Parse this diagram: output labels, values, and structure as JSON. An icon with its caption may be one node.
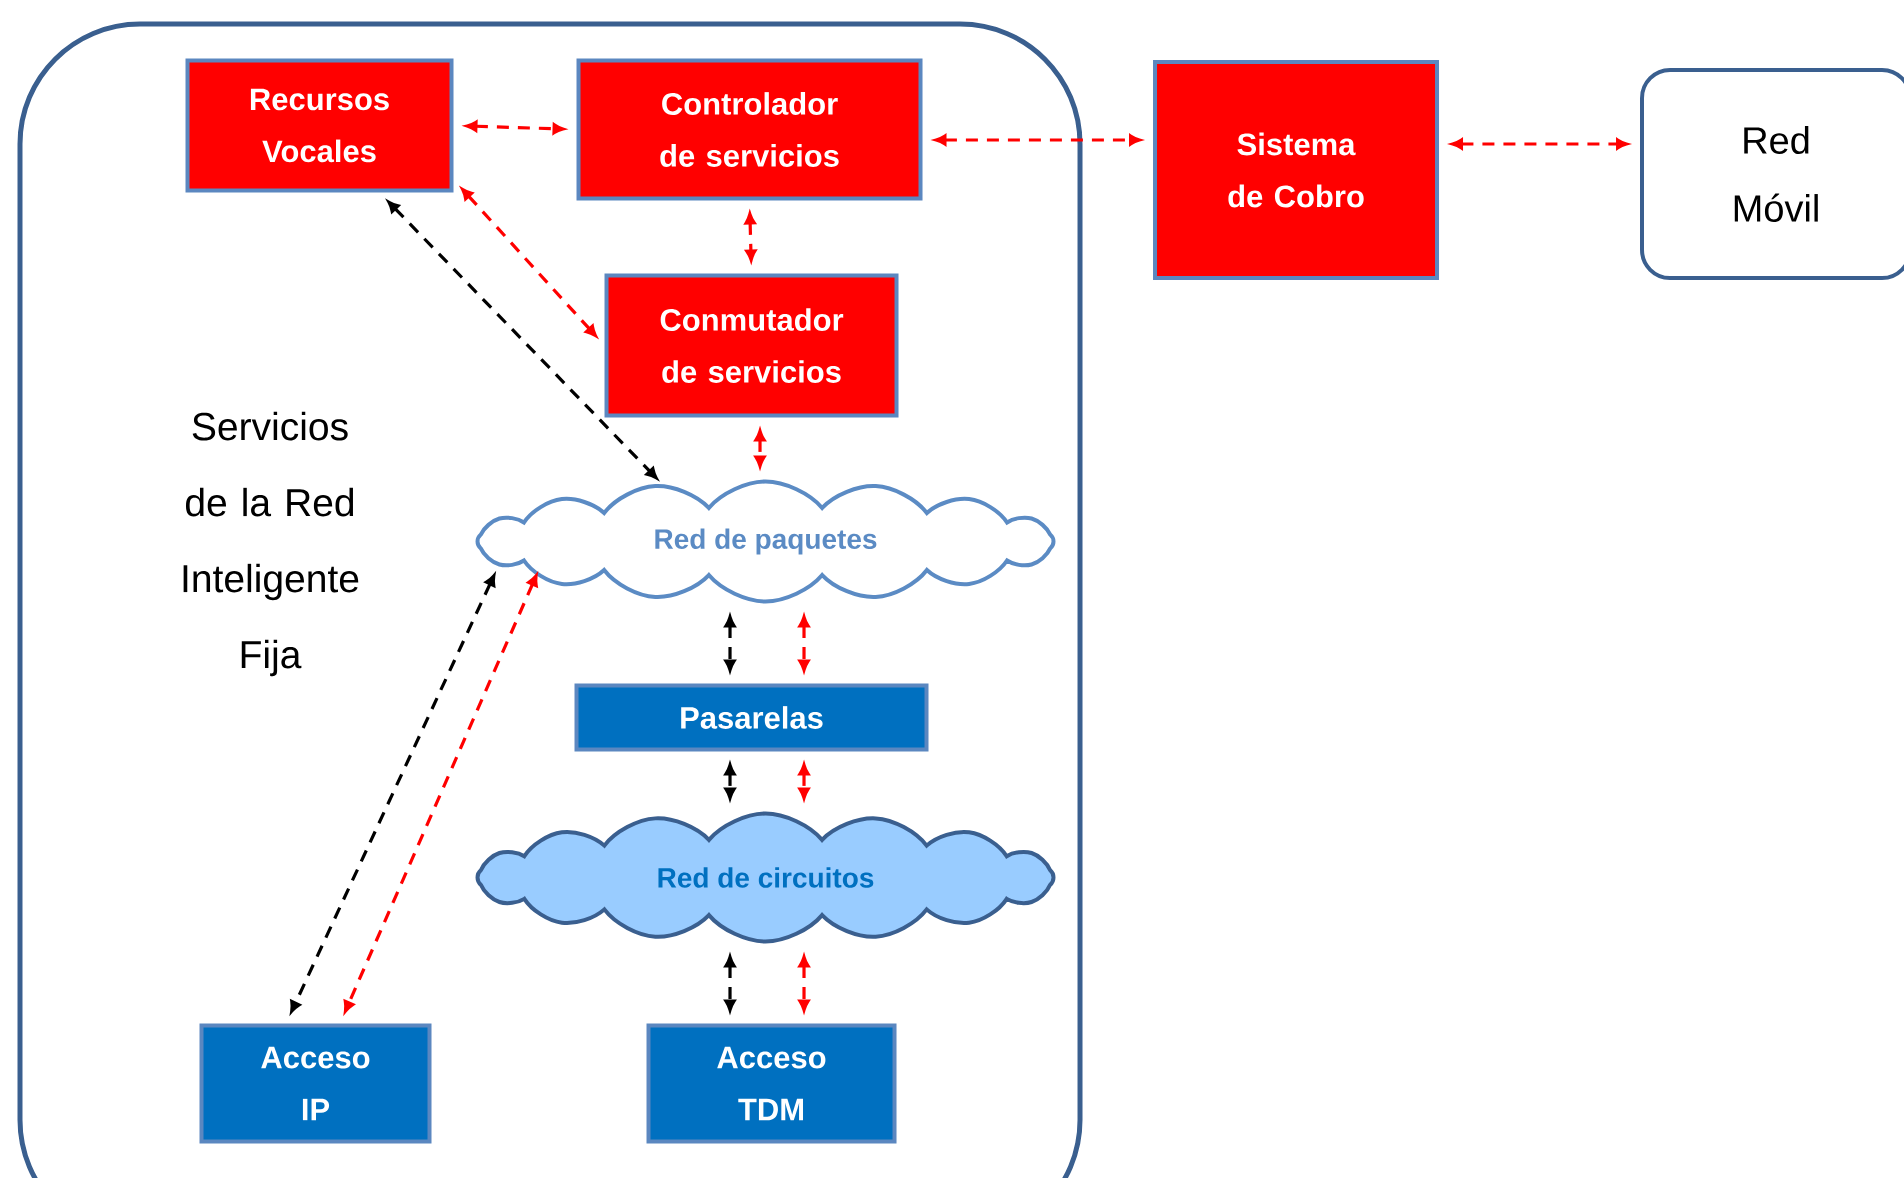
{
  "diagram": {
    "nodes": [
      {
        "text": [
          "Servicios de la Red Inteligente Fija"
        ]
      },
      {
        "text": [
          "Recursos Vocales"
        ],
        "in": 0
      },
      {
        "text": [
          "Controlador de servicios"
        ],
        "in": 0
      },
      {
        "text": [
          "Conmutador de servicios"
        ],
        "in": 0
      },
      {
        "text": [
          "Red de paquetes"
        ],
        "in": 0
      },
      {
        "text": [
          "Pasarelas"
        ],
        "in": 0
      },
      {
        "text": [
          "Red de circuitos"
        ],
        "in": 0
      },
      {
        "text": [
          "Acceso IP"
        ],
        "in": 0
      },
      {
        "text": [
          "Acceso TDM"
        ],
        "in": 0
      },
      {
        "text": [
          "Sistema de Cobro"
        ]
      },
      {
        "text": [
          "Red Móvil"
        ]
      }
    ],
    "edges": [
      {
        "from": 1,
        "to": 2,
        "arrow": "both",
        "style": "dashed"
      },
      {
        "from": 2,
        "to": 9,
        "arrow": "both",
        "style": "dashed"
      },
      {
        "from": 9,
        "to": 10,
        "arrow": "both",
        "style": "dashed"
      },
      {
        "from": 2,
        "to": 3,
        "arrow": "both",
        "style": "dashed"
      },
      {
        "from": 1,
        "to": 3,
        "arrow": "both",
        "style": "dashed"
      },
      {
        "from": 1,
        "to": 4,
        "arrow": "both",
        "style": "dashed",
        "color": "#000000"
      },
      {
        "from": 3,
        "to": 4,
        "arrow": "both",
        "style": "dashed"
      },
      {
        "from": 4,
        "to": 5,
        "arrow": "both",
        "style": "dashed",
        "color": "#000000"
      },
      {
        "from": 4,
        "to": 5,
        "arrow": "both",
        "style": "dashed"
      },
      {
        "from": 5,
        "to": 6,
        "arrow": "both",
        "style": "dashed",
        "color": "#000000"
      },
      {
        "from": 5,
        "to": 6,
        "arrow": "both",
        "style": "dashed"
      },
      {
        "from": 6,
        "to": 8,
        "arrow": "both",
        "style": "dashed",
        "color": "#000000"
      },
      {
        "from": 6,
        "to": 8,
        "arrow": "both",
        "style": "dashed"
      },
      {
        "from": 4,
        "to": 7,
        "arrow": "both",
        "style": "dashed",
        "color": "#000000"
      },
      {
        "from": 4,
        "to": 7,
        "arrow": "both",
        "style": "dashed"
      }
    ]
  }
}
